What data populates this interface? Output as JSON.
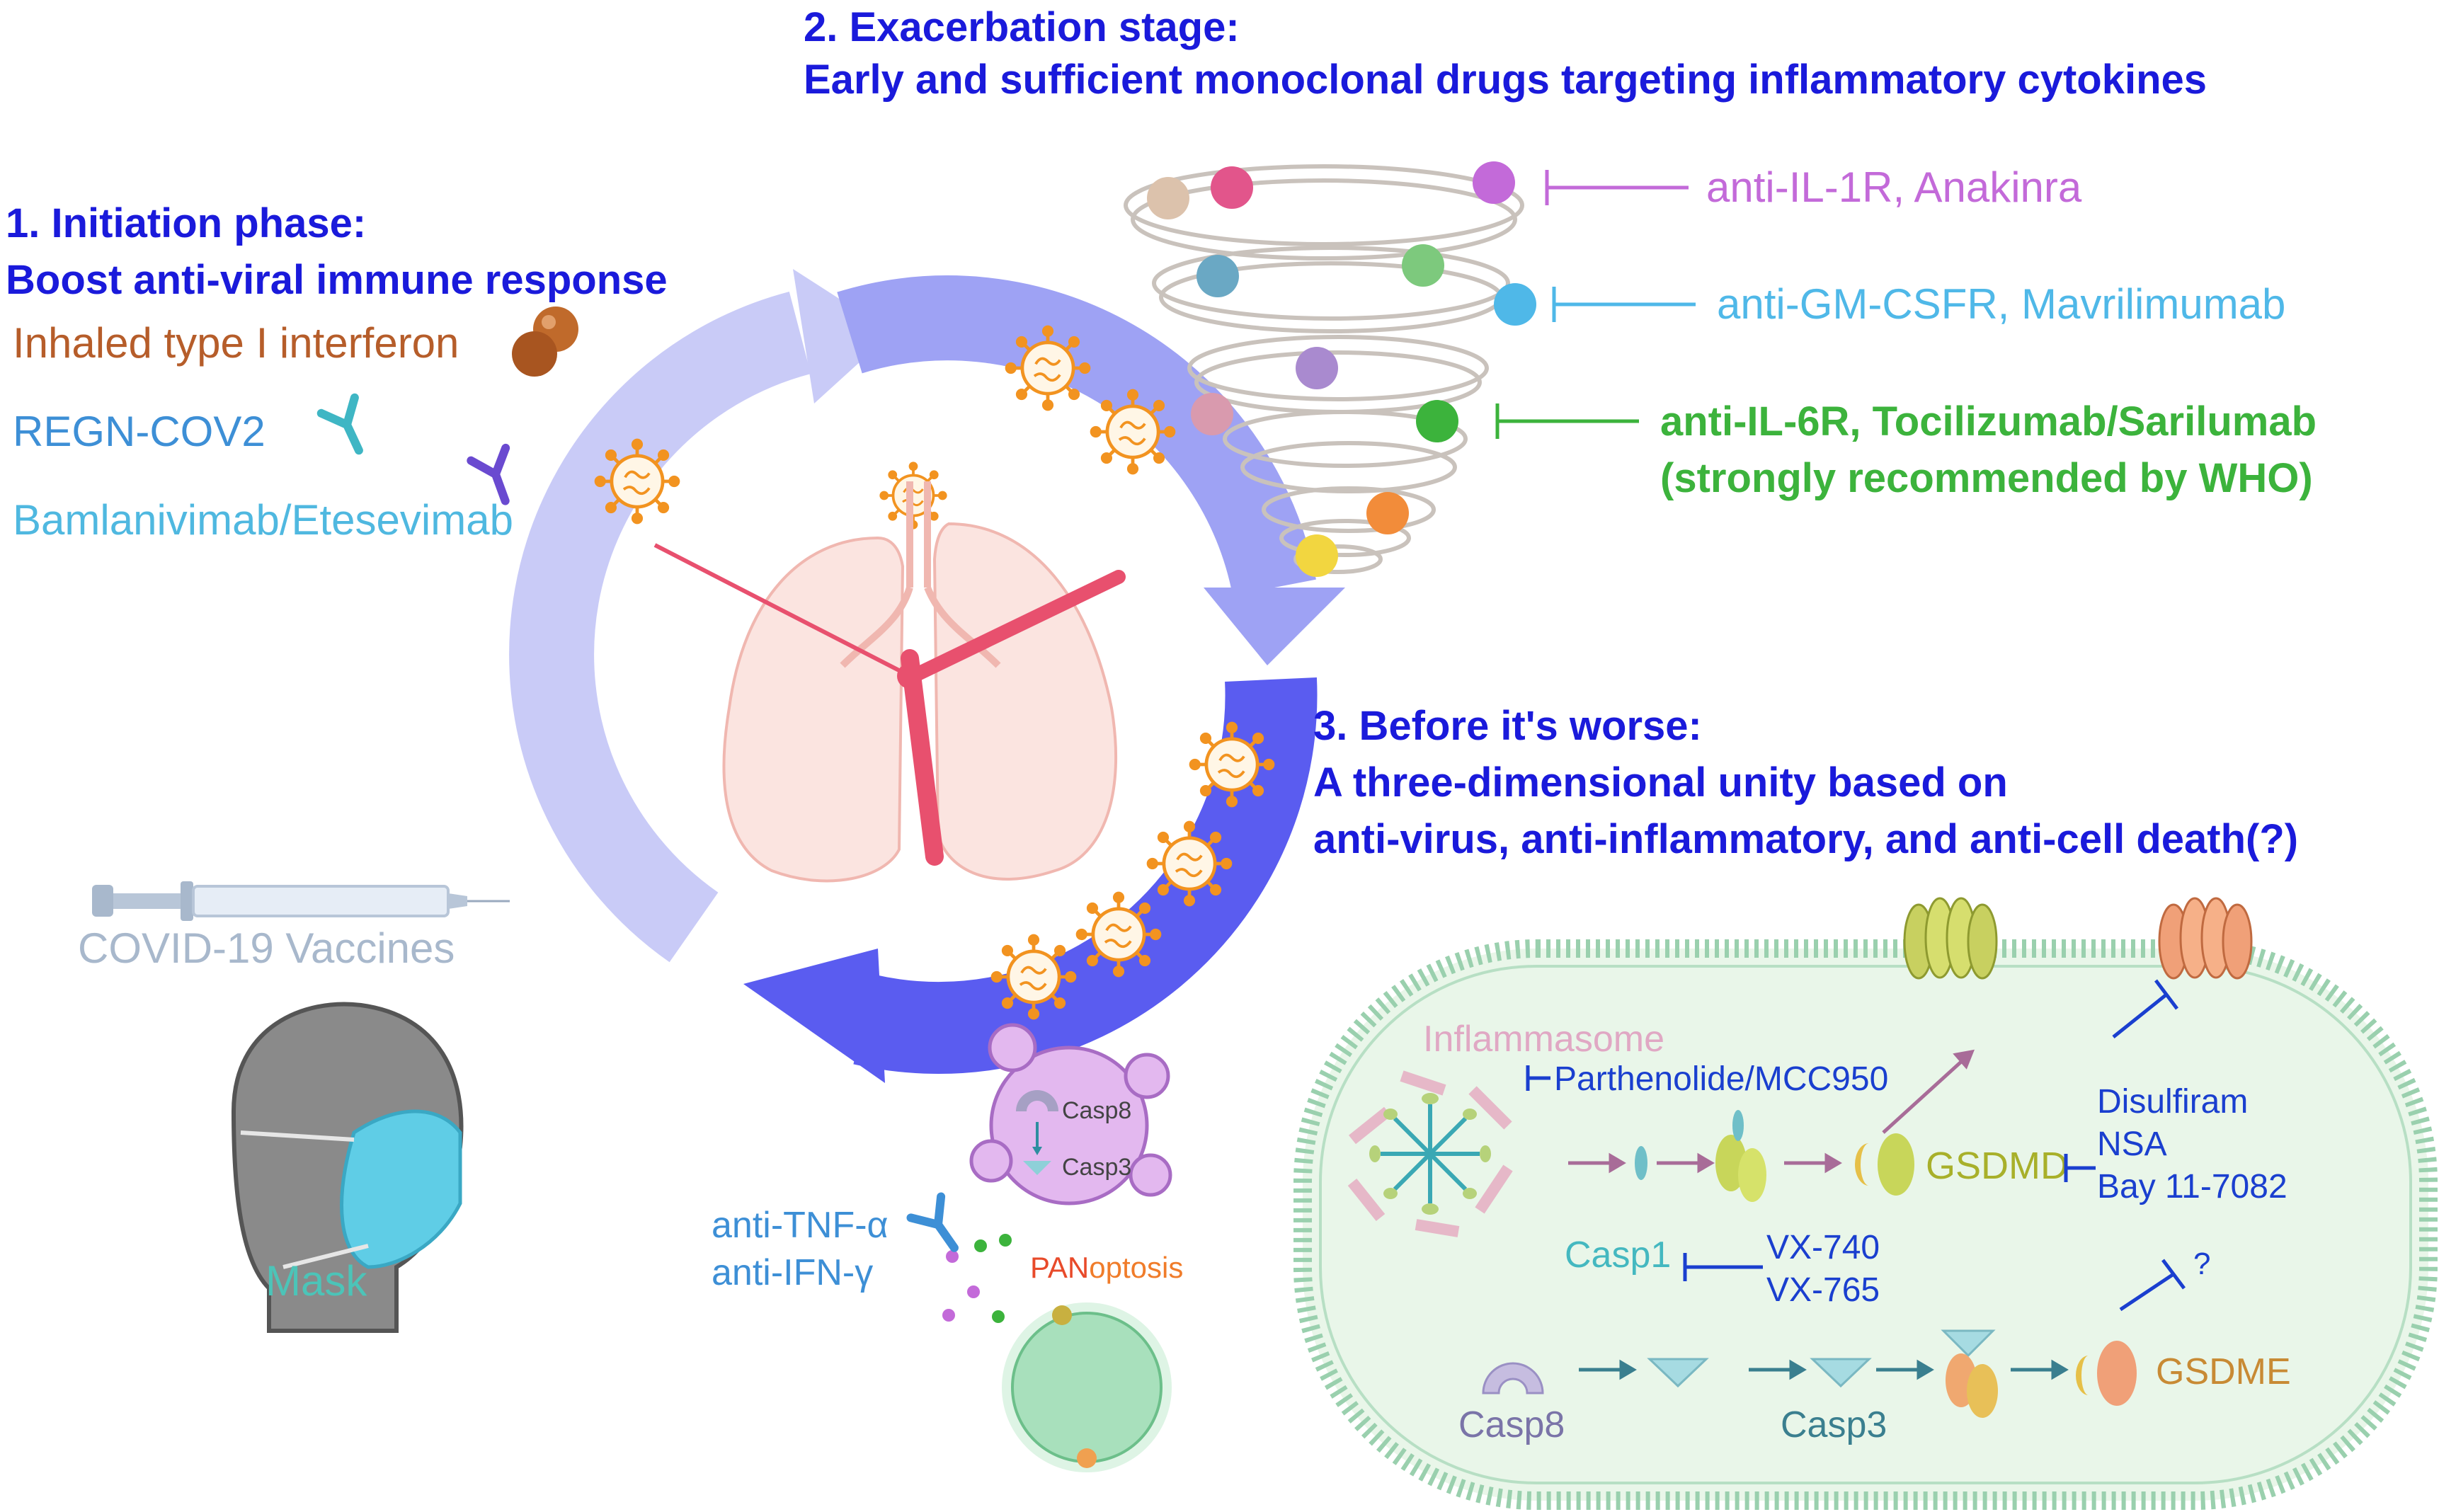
{
  "stage2": {
    "title": "2. Exacerbation stage:",
    "subtitle": "Early and sufficient monoclonal drugs targeting inflammatory cytokines"
  },
  "stage1": {
    "title": "1. Initiation phase:",
    "subtitle": "Boost anti-viral immune response",
    "items": [
      {
        "label": "Inhaled type I interferon",
        "color": "#b65d2a"
      },
      {
        "label": "REGN-COV2",
        "color": "#3d8fd6"
      },
      {
        "label": "Bamlanivimab/Etesevimab",
        "color": "#4fb8e0"
      }
    ]
  },
  "cytokine_drugs": [
    {
      "label": "anti-IL-1R, Anakinra",
      "color": "#c36ad9"
    },
    {
      "label": "anti-GM-CSFR, Mavrilimumab",
      "color": "#4fb8e8"
    },
    {
      "label": "anti-IL-6R, Tocilizumab/Sarilumab",
      "color": "#3cb33c"
    },
    {
      "label": "(strongly recommended by WHO)",
      "color": "#3cb33c"
    }
  ],
  "stage3": {
    "title": "3. Before it's worse:",
    "line2": "A three-dimensional unity based on",
    "line3": "anti-virus, anti-inflammatory, and anti-cell death(?)"
  },
  "prevention": {
    "vaccine": "COVID-19 Vaccines",
    "mask": "Mask"
  },
  "panoptosis": {
    "casp8": "Casp8",
    "casp3": "Casp3",
    "label_pan": "PAN",
    "label_optosis": "optosis",
    "anti_tnf": "anti-TNF-α",
    "anti_ifn": "anti-IFN-γ"
  },
  "cell": {
    "inflammasome": "Inflammasome",
    "parthenolide": "Parthenolide/MCC950",
    "gsdmd": "GSDMD",
    "casp1": "Casp1",
    "vx740": "VX-740",
    "vx765": "VX-765",
    "disulfiram": "Disulfiram",
    "nsa": "NSA",
    "bay": "Bay 11-7082",
    "question": "?",
    "casp8": "Casp8",
    "casp3": "Casp3",
    "gsdme": "GSDME"
  },
  "colors": {
    "header_blue": "#1a1adb",
    "arrow_light": "#c9cbf7",
    "arrow_mid": "#9ea2f4",
    "arrow_dark": "#5a5cf0",
    "virus_orange": "#f29320",
    "clock_hand": "#e8506e",
    "cell_fill": "#e9f6e9",
    "inhibitor_blue": "#1a3fcf"
  }
}
